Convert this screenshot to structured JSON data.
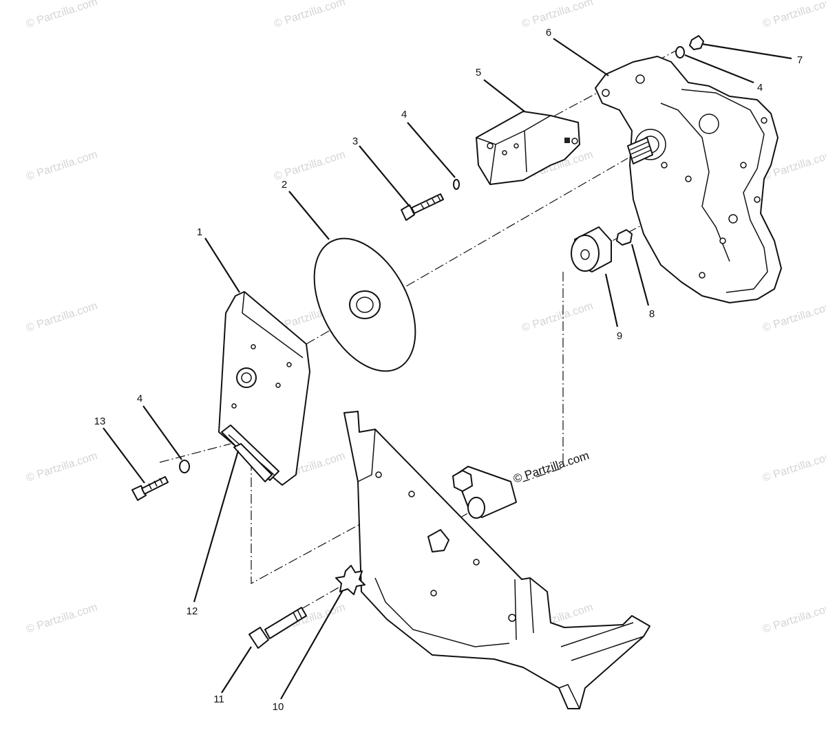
{
  "watermarks": {
    "text": "© Partzilla.com",
    "main_text": "© Partzilla.com"
  },
  "callouts": [
    "1",
    "2",
    "3",
    "4",
    "4",
    "4",
    "5",
    "6",
    "7",
    "8",
    "9",
    "10",
    "11",
    "12",
    "13"
  ]
}
